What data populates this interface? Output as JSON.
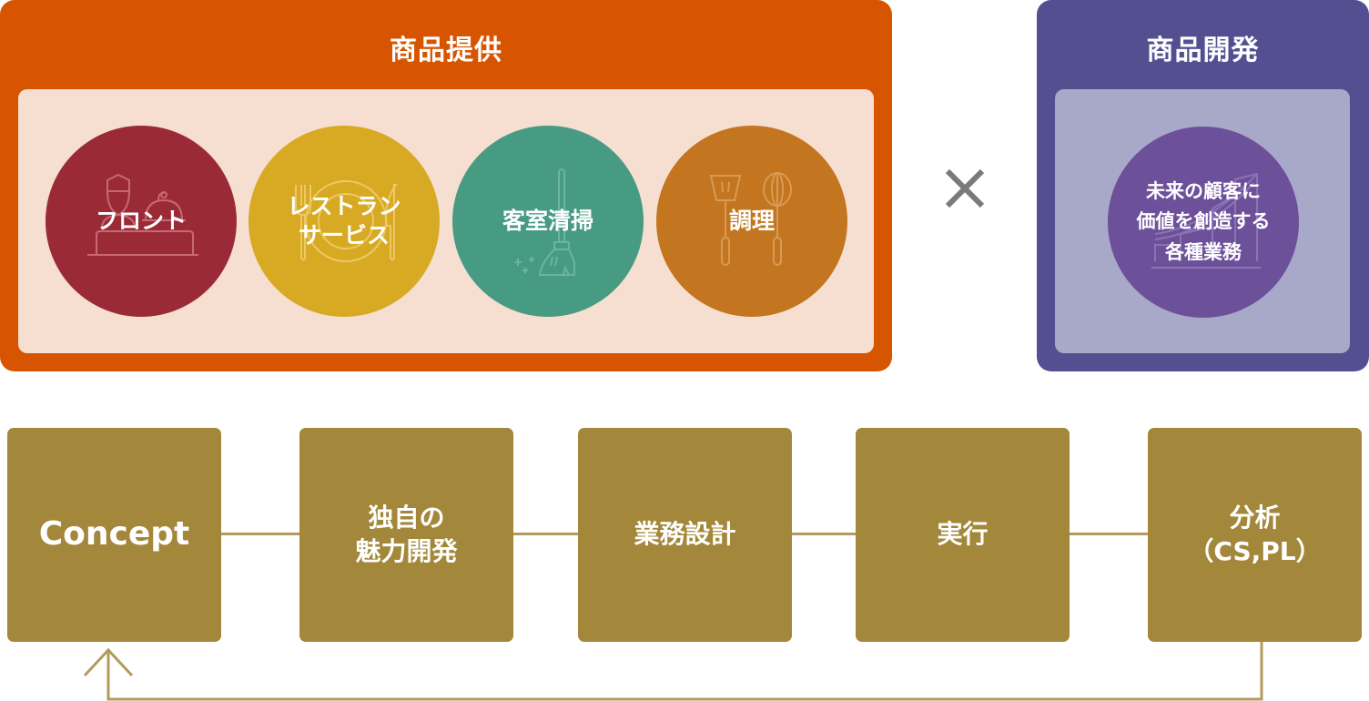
{
  "provision": {
    "title": "商品提供",
    "color": "#d75500",
    "inner_color": "#f6dfd0",
    "items": [
      {
        "label": "フロント",
        "color": "#9b2a37",
        "icon": "receptionist-bell-icon"
      },
      {
        "label": "レストラン\nサービス",
        "color": "#d8a922",
        "icon": "plate-cutlery-icon"
      },
      {
        "label": "客室清掃",
        "color": "#489b83",
        "icon": "broom-icon"
      },
      {
        "label": "調理",
        "color": "#c3761f",
        "icon": "spatula-whisk-icon"
      }
    ]
  },
  "operator": {
    "symbol": "×",
    "icon": "multiply-icon",
    "color": "#7a7a7a"
  },
  "development": {
    "title": "商品開発",
    "color": "#534f91",
    "inner_color": "#a8a8c9",
    "item": {
      "label": "未来の顧客に\n価値を創造する\n各種業務",
      "color": "#6d509a",
      "icon": "growth-chart-icon"
    }
  },
  "flow": {
    "color": "#a3873a",
    "steps": [
      {
        "label": "Concept"
      },
      {
        "label": "独自の\n魅力開発"
      },
      {
        "label": "業務設計"
      },
      {
        "label": "実行"
      },
      {
        "label": "分析\n（CS,PL）"
      }
    ],
    "loop_arrow": "feedback-arrow-icon"
  }
}
